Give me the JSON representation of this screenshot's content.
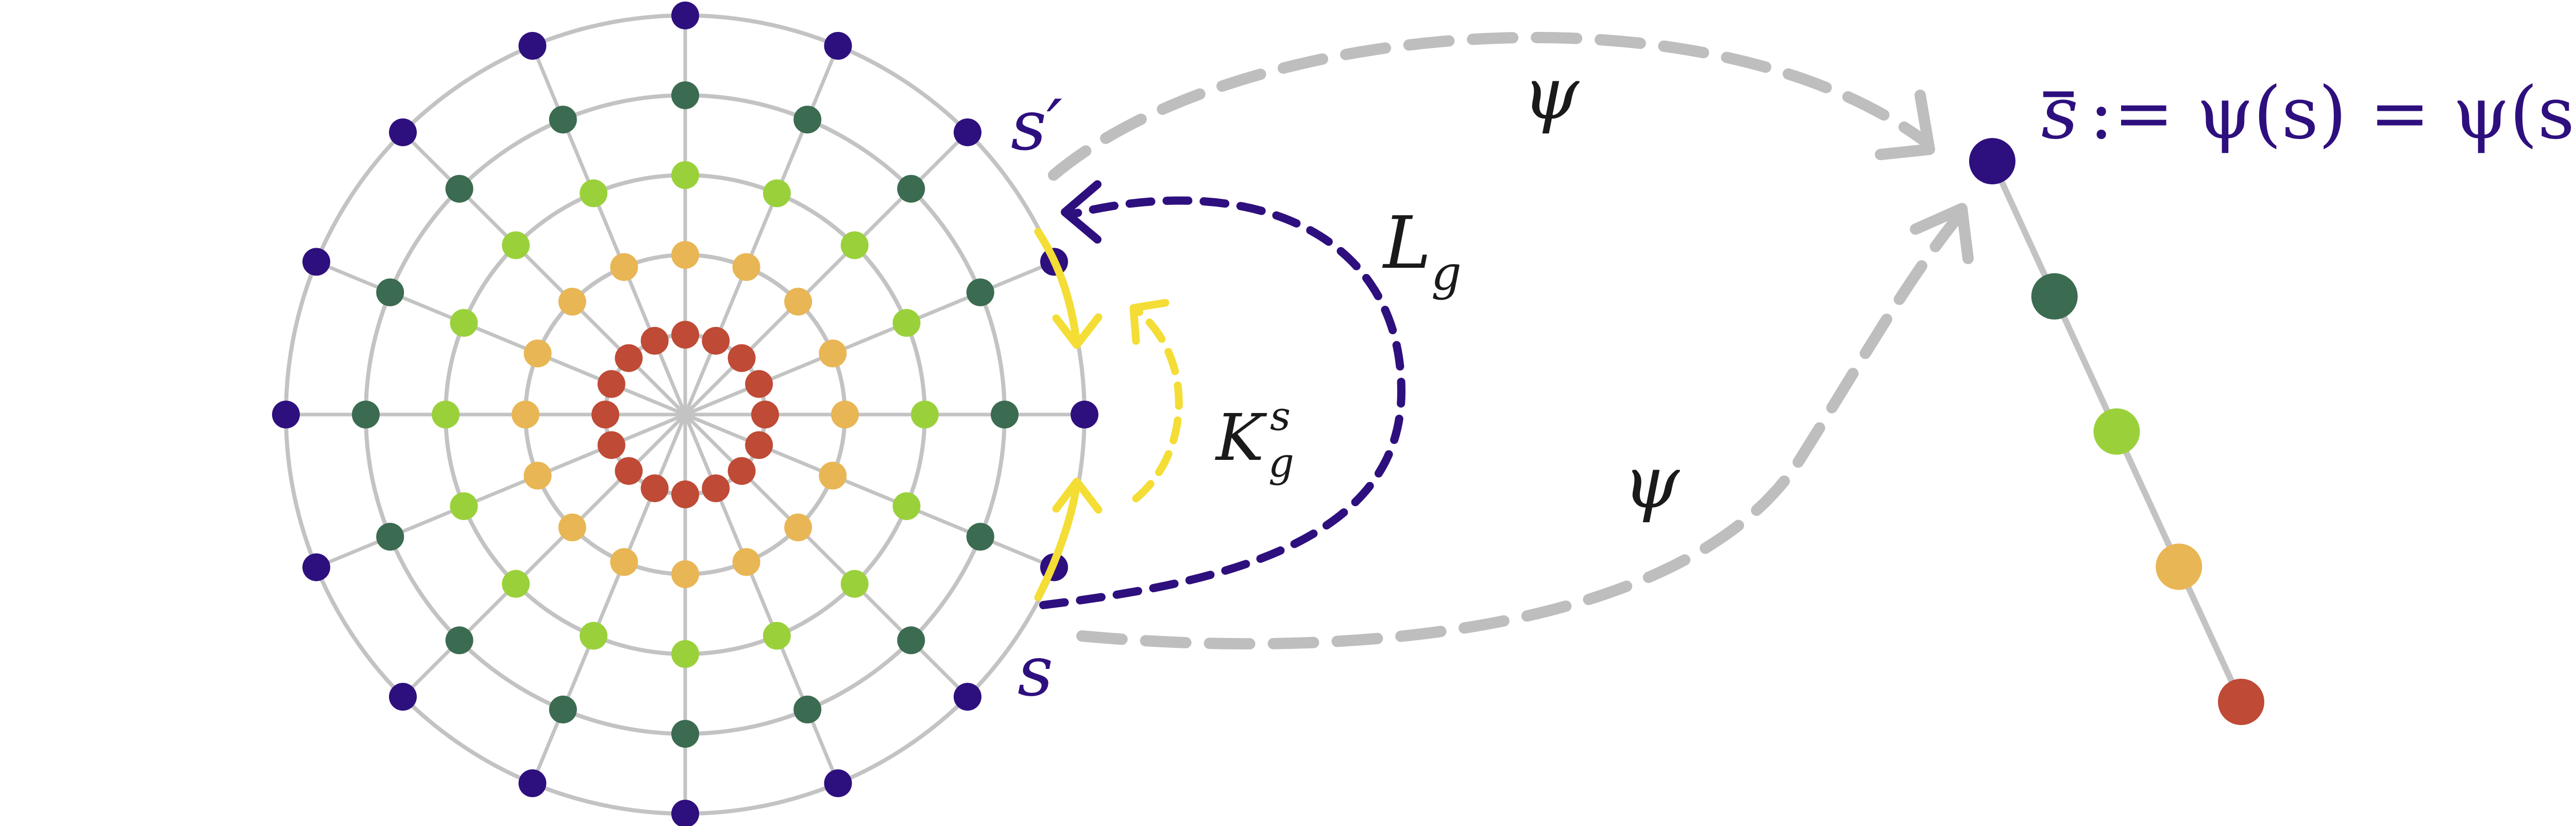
{
  "colors": {
    "ring_outer": "#2e0f7e",
    "ring_second": "#3b6b50",
    "ring_third": "#9ad13b",
    "ring_fourth": "#e8b654",
    "ring_inner": "#bf4a35",
    "grid_line": "#c3c3c3",
    "orbit_arrow": "#2e0f7e",
    "stabilizer_arrow": "#f4dd35",
    "map_arrow": "#bebebe",
    "label_text": "#1a1a1a",
    "label_accent": "#2e0f7e"
  },
  "polar_graph": {
    "ring_count": 5,
    "spokes": 16
  },
  "quotient_chain": {
    "node_count": 5
  },
  "labels": {
    "s_prime": "s′",
    "s": "s",
    "L_g": {
      "main": "L",
      "sub": "g"
    },
    "K_g_s": {
      "main": "K",
      "sub": "g",
      "sup": "s"
    },
    "psi_top": "ψ",
    "psi_bottom": "ψ",
    "s_bar": {
      "bar_var": "s",
      "rest": ":= ψ(s) = ψ(s′)"
    }
  }
}
